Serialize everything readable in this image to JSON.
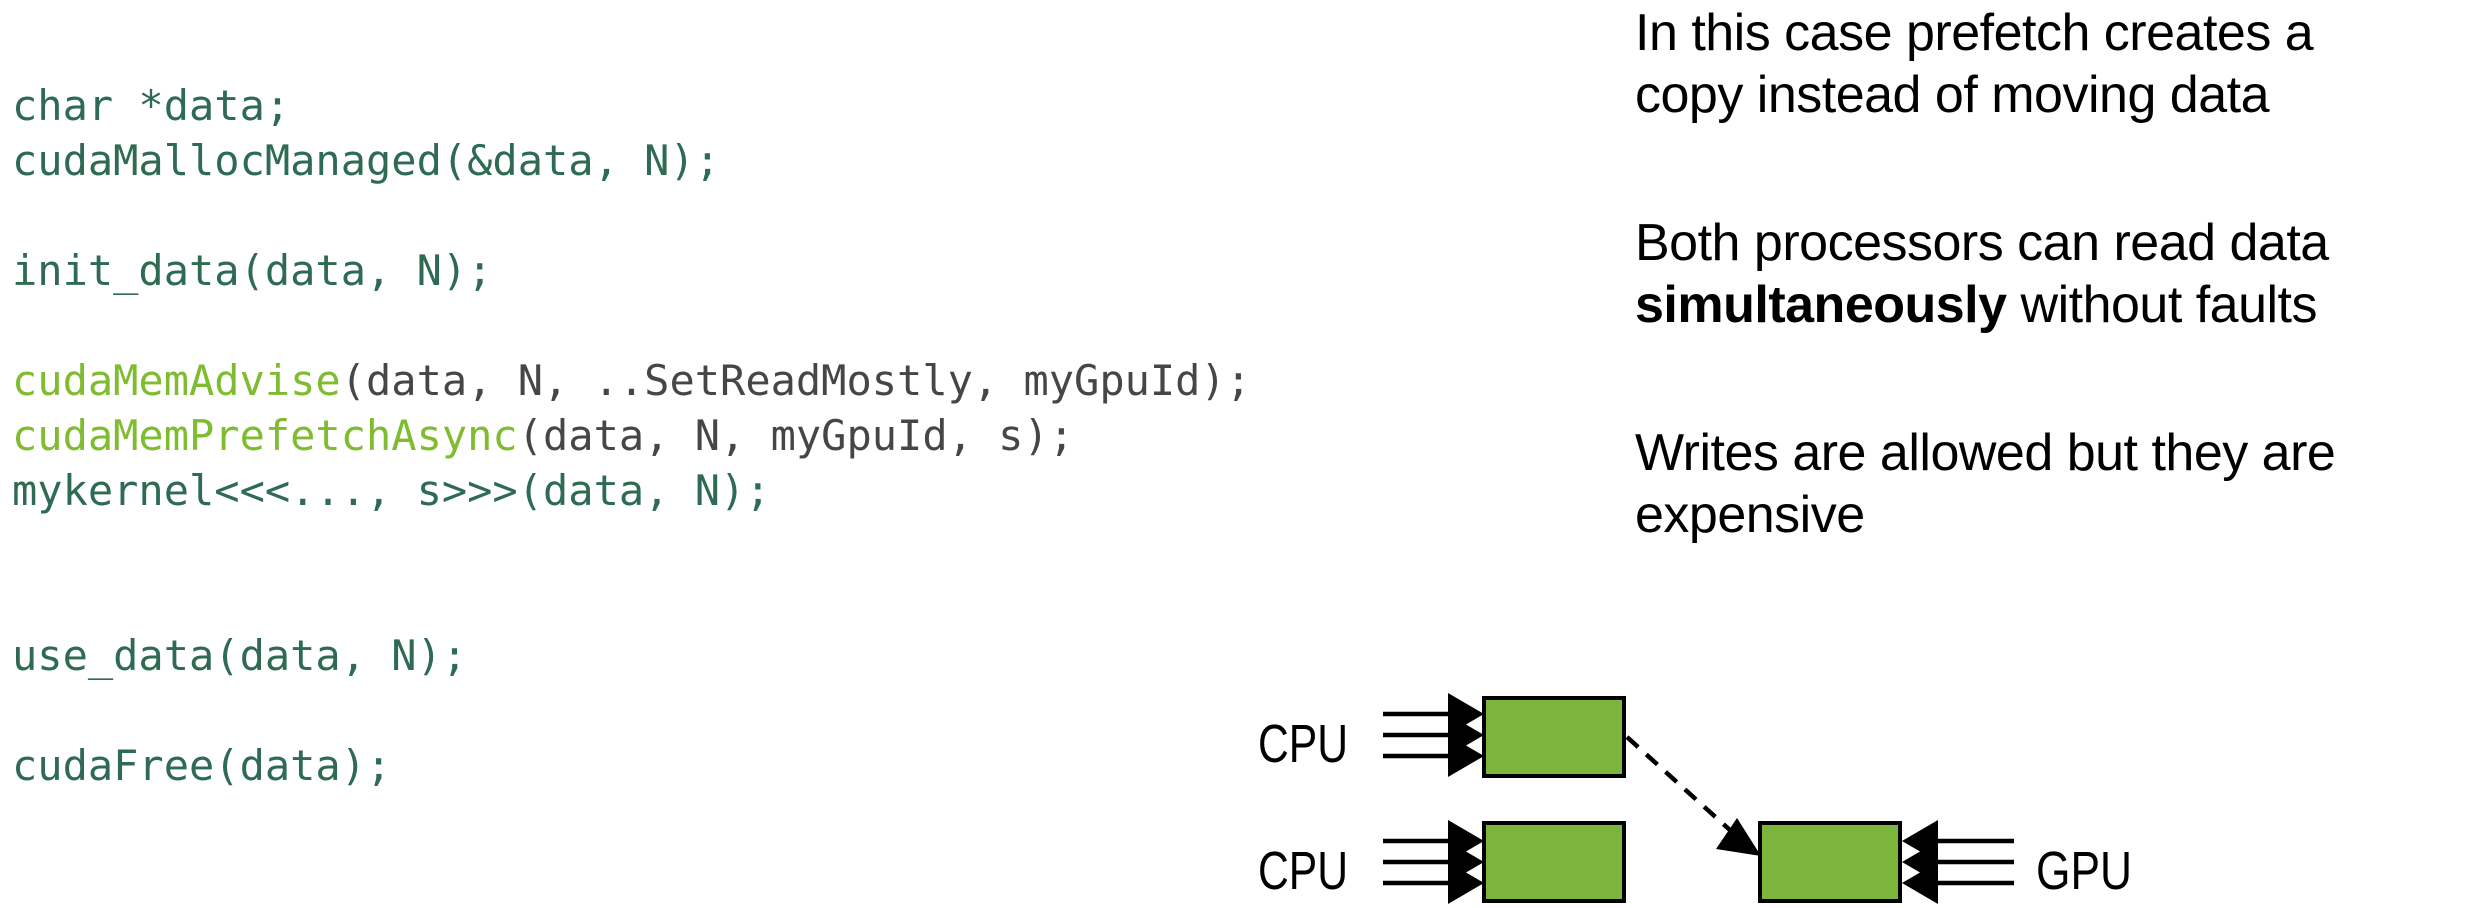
{
  "code": {
    "lines": [
      [
        {
          "t": "char *data;",
          "c": "g"
        }
      ],
      [
        {
          "t": "cudaMallocManaged(&data, N);",
          "c": "g"
        }
      ],
      [],
      [
        {
          "t": "init_data(data, N);",
          "c": "g"
        }
      ],
      [],
      [
        {
          "t": "cudaMemAdvise",
          "c": "lg"
        },
        {
          "t": "(data, N, ..SetReadMostly, myGpuId);",
          "c": "gy"
        }
      ],
      [
        {
          "t": "cudaMemPrefetchAsync",
          "c": "lg"
        },
        {
          "t": "(data, N, myGpuId, s);",
          "c": "gy"
        }
      ],
      [
        {
          "t": "mykernel<<<..., s>>>(data, N);",
          "c": "g"
        }
      ],
      [],
      [],
      [
        {
          "t": "use_data(data, N);",
          "c": "g"
        }
      ],
      [],
      [
        {
          "t": "cudaFree(data);",
          "c": "g"
        }
      ]
    ]
  },
  "notes": [
    [
      {
        "t": "In this case prefetch creates a\ncopy instead of moving data"
      }
    ],
    [
      {
        "t": "Both processors can read data\n"
      },
      {
        "t": "simultaneously",
        "b": true
      },
      {
        "t": " without faults"
      }
    ],
    [
      {
        "t": "Writes are allowed but they are\nexpensive"
      }
    ]
  ],
  "diagram": {
    "labels": {
      "cpu_top": "CPU",
      "cpu_bottom": "CPU",
      "gpu": "GPU"
    },
    "box_fill": "#7DB53C",
    "box_border": "#000000",
    "arrow_color": "#000000"
  },
  "colors": {
    "code_dark_green": "#2E6B52",
    "code_light_green": "#7FBC2F",
    "code_gray": "#464646",
    "text_black": "#000000",
    "background": "#FFFFFF"
  }
}
